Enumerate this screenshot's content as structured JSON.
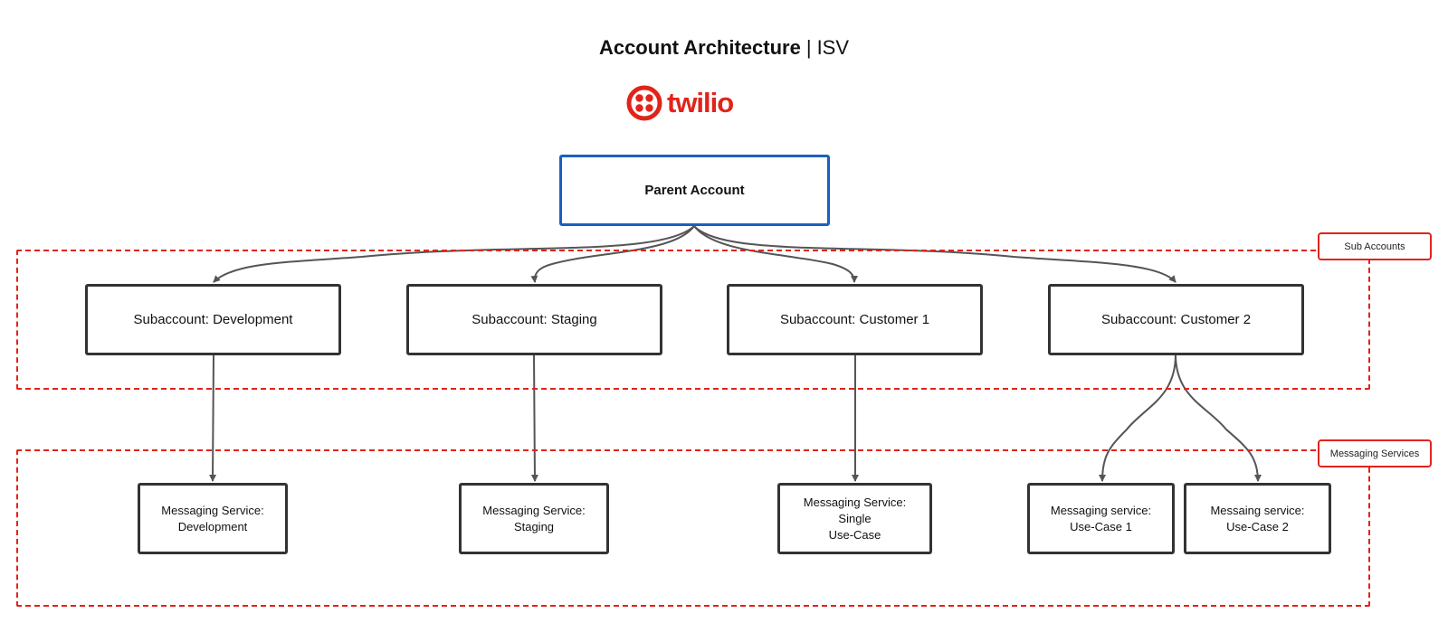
{
  "title": {
    "bold": "Account Architecture",
    "separator": "|",
    "rest": "ISV"
  },
  "logo": {
    "wordmark": "twilio",
    "icon": "twilio-logo-icon"
  },
  "colors": {
    "brand_red": "#E2231A",
    "parent_border": "#1B5FBF",
    "box_border": "#333333",
    "connector": "#555555",
    "zone_border": "#E2231A"
  },
  "zones": {
    "sub_accounts": {
      "label": "Sub Accounts"
    },
    "messaging_services": {
      "label": "Messaging Services"
    }
  },
  "parent": {
    "label": "Parent Account"
  },
  "subaccounts": [
    {
      "label": "Subaccount: Development"
    },
    {
      "label": "Subaccount: Staging"
    },
    {
      "label": "Subaccount: Customer 1"
    },
    {
      "label": "Subaccount: Customer 2"
    }
  ],
  "services": [
    {
      "label": "Messaging Service:\nDevelopment"
    },
    {
      "label": "Messaging Service:\nStaging"
    },
    {
      "label": "Messaging Service:  Single\nUse-Case"
    },
    {
      "label": "Messaging service:\nUse-Case 1"
    },
    {
      "label": "Messaing service:\nUse-Case 2"
    }
  ]
}
